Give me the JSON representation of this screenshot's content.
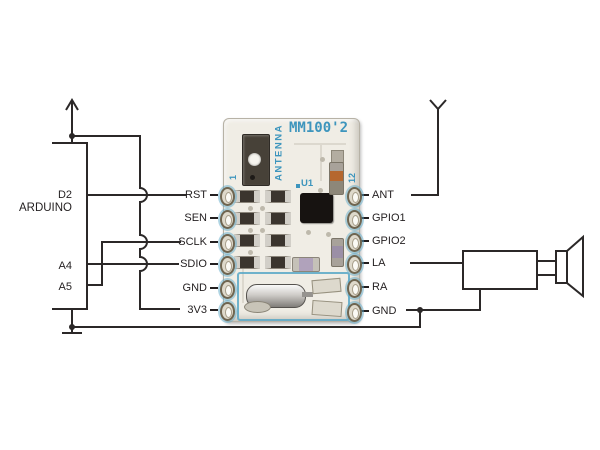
{
  "diagram": {
    "arduino": {
      "title": "ARDUINO",
      "pin_d2": "D2",
      "pin_a4": "A4",
      "pin_a5": "A5"
    },
    "module_pins": {
      "left": [
        "RST",
        "SEN",
        "SCLK",
        "SDIO",
        "GND",
        "3V3"
      ],
      "right": [
        "ANT",
        "GPIO1",
        "GPIO2",
        "LA",
        "RA",
        "GND"
      ]
    },
    "pcb_silkscreen": {
      "model": "MM100'2",
      "antenna": "ANTENNA",
      "component_ref": "U1",
      "pin_first": "1",
      "pin_last": "12"
    },
    "colors": {
      "wire": "#2b2828",
      "silkscreen_blue": "#3d95bd",
      "board_white": "#f0ede5"
    }
  }
}
